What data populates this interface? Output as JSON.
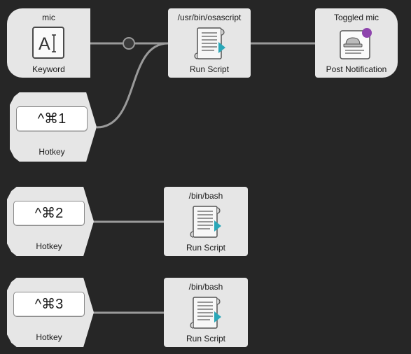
{
  "nodes": {
    "keyword": {
      "subtitle": "mic",
      "title": "Keyword",
      "icon": "keyword-icon",
      "glyph": "A"
    },
    "run_script_osascript": {
      "subtitle": "/usr/bin/osascript",
      "title": "Run Script",
      "icon": "script-icon"
    },
    "post_notification": {
      "subtitle": "Toggled mic",
      "title": "Post Notification",
      "icon": "notification-icon"
    },
    "hotkey_1": {
      "key": "^⌘1",
      "title": "Hotkey"
    },
    "hotkey_2": {
      "key": "^⌘2",
      "title": "Hotkey"
    },
    "run_script_bash_1": {
      "subtitle": "/bin/bash",
      "title": "Run Script",
      "icon": "script-icon"
    },
    "hotkey_3": {
      "key": "^⌘3",
      "title": "Hotkey"
    },
    "run_script_bash_2": {
      "subtitle": "/bin/bash",
      "title": "Run Script",
      "icon": "script-icon"
    }
  },
  "colors": {
    "canvas": "#262626",
    "node": "#e6e6e6",
    "wire": "#9a9a9a",
    "script_arrow": "#2aa7b8",
    "notification_badge": "#8e44ad"
  }
}
